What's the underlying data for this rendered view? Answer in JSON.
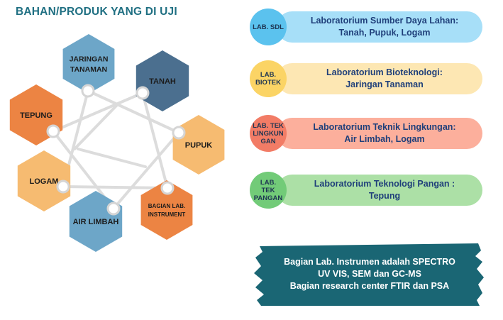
{
  "title": "BAHAN/PRODUK YANG DI UJI",
  "hexagons": [
    {
      "name": "hex-jaringan-tanaman",
      "lines": [
        "JARINGAN",
        "TANAMAN"
      ],
      "color": "#6da6c8"
    },
    {
      "name": "hex-tanah",
      "lines": [
        "TANAH"
      ],
      "color": "#4b6f8f"
    },
    {
      "name": "hex-tepung",
      "lines": [
        "TEPUNG"
      ],
      "color": "#ec8443"
    },
    {
      "name": "hex-pupuk",
      "lines": [
        "PUPUK"
      ],
      "color": "#f6bb71"
    },
    {
      "name": "hex-logam",
      "lines": [
        "LOGAM"
      ],
      "color": "#f6bb71"
    },
    {
      "name": "hex-air-limbah",
      "lines": [
        "AIR LIMBAH"
      ],
      "color": "#6da6c8"
    },
    {
      "name": "hex-bagian-lab-instrument",
      "lines": [
        "BAGIAN LAB.",
        "INSTRUMENT"
      ],
      "color": "#ec8443"
    }
  ],
  "labs": [
    {
      "abbr": "LAB. SDL",
      "line1": "Laboratorium Sumber Daya Lahan:",
      "line2": "Tanah, Pupuk, Logam",
      "circle_color": "#5bc2ee",
      "pill_color": "#a7dff8"
    },
    {
      "abbr": "LAB. BIOTEK",
      "line1": "Laboratorium Bioteknologi:",
      "line2": "Jaringan Tanaman",
      "circle_color": "#fbd465",
      "pill_color": "#fde7b3"
    },
    {
      "abbr": "LAB. TEK LINGKUNGAN",
      "line1": "Laboratorium Teknik Lingkungan:",
      "line2": "Air Limbah, Logam",
      "circle_color": "#f27c66",
      "pill_color": "#fcaf9c"
    },
    {
      "abbr": "LAB. TEK PANGAN",
      "line1": "Laboratorium Teknologi Pangan :",
      "line2": "Tepung",
      "circle_color": "#72cb78",
      "pill_color": "#ace0a6"
    }
  ],
  "note": {
    "line1": "Bagian Lab. Instrumen adalah SPECTRO",
    "line2": "UV VIS, SEM dan GC-MS",
    "line3": "Bagian research center FTIR dan PSA",
    "color": "#1a6674"
  }
}
